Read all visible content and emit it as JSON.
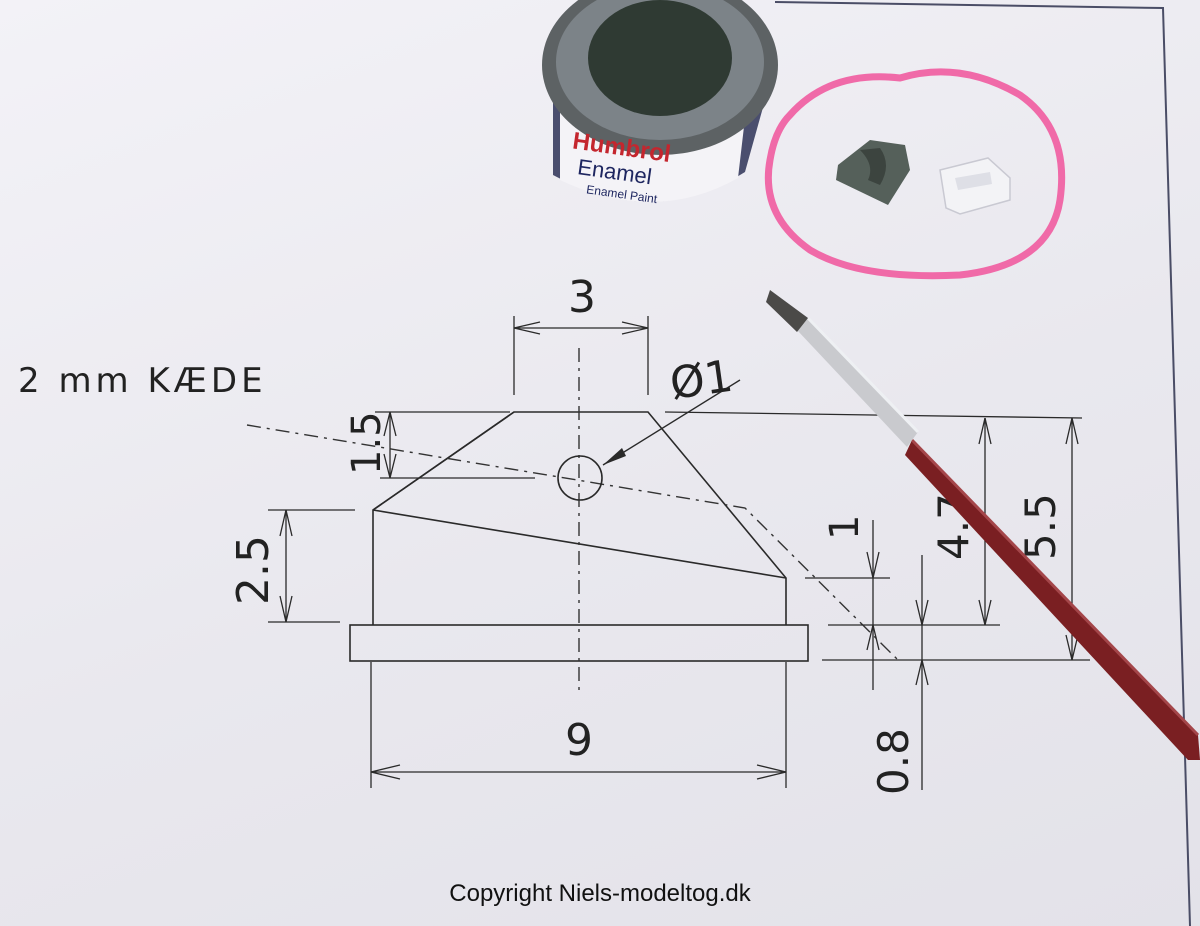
{
  "drawing": {
    "chain_label": "2 mm KÆDE",
    "dim_top_width": "3",
    "dim_hole": "Ø1",
    "dim_slope": "1.5",
    "dim_side": "2.5",
    "dim_total_width": "9",
    "dim_right_small": "1",
    "dim_base": "0.8",
    "dim_height_a": "4.7",
    "dim_height_b": "5.5"
  },
  "paint_tin": {
    "brand": "Humbrol",
    "line1": "Enamel",
    "line2": "Enamel Paint"
  },
  "copyright": "Copyright Niels-modeltog.dk",
  "colors": {
    "paper": "#ecebf1",
    "ink": "#222222",
    "pink_marker": "#f06aa8",
    "paint_grey": "#55605a",
    "brush_handle": "#7a1f22"
  }
}
